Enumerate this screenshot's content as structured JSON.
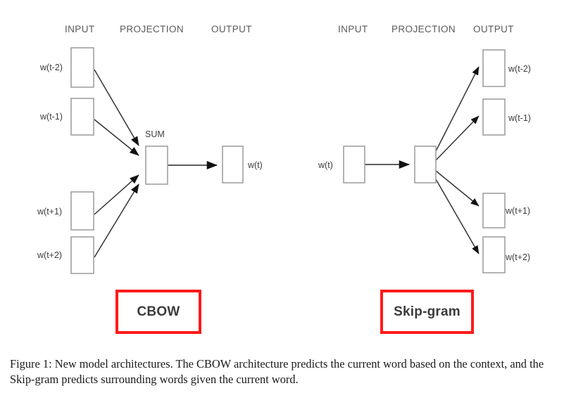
{
  "figure": {
    "caption": "Figure 1: New model architectures. The CBOW architecture predicts the current word based on the context, and the Skip-gram predicts surrounding words given the current word.",
    "background_color": "#ffffff",
    "box_stroke_color": "#a0a0a0",
    "edge_color": "#333333",
    "header_text_color": "#5a5a5a",
    "tag_border_color": "#ff1a1a",
    "tag_text_color": "#3b3b3b"
  },
  "diagrams": [
    {
      "id": "cbow",
      "tag_label": "CBOW",
      "headers": [
        {
          "label": "INPUT"
        },
        {
          "label": "PROJECTION"
        },
        {
          "label": "OUTPUT"
        }
      ],
      "projection_annotation": "SUM",
      "inputs": [
        {
          "label": "w(t-2)"
        },
        {
          "label": "w(t-1)"
        },
        {
          "label": "w(t+1)"
        },
        {
          "label": "w(t+2)"
        }
      ],
      "projection": {
        "label": ""
      },
      "outputs": [
        {
          "label": "w(t)"
        }
      ]
    },
    {
      "id": "skipgram",
      "tag_label": "Skip-gram",
      "headers": [
        {
          "label": "INPUT"
        },
        {
          "label": "PROJECTION"
        },
        {
          "label": "OUTPUT"
        }
      ],
      "projection_annotation": "",
      "inputs": [
        {
          "label": "w(t)"
        }
      ],
      "projection": {
        "label": ""
      },
      "outputs": [
        {
          "label": "w(t-2)"
        },
        {
          "label": "w(t-1)"
        },
        {
          "label": "w(t+1)"
        },
        {
          "label": "w(t+2)"
        }
      ]
    }
  ]
}
